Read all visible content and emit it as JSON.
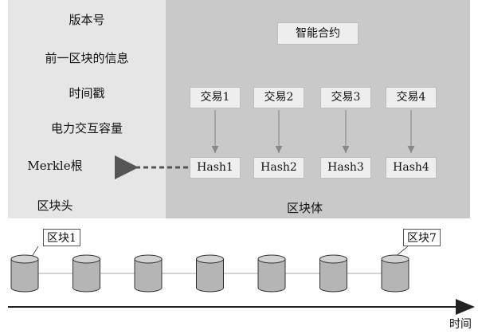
{
  "header": {
    "fields": [
      "版本号",
      "前一区块的信息",
      "时间戳",
      "电力交互容量",
      "Merkle根"
    ],
    "label": "区块头"
  },
  "body": {
    "contract": "智能合约",
    "transactions": [
      "交易1",
      "交易2",
      "交易3",
      "交易4"
    ],
    "hashes": [
      "Hash1",
      "Hash2",
      "Hash3",
      "Hash4"
    ],
    "label": "区块体"
  },
  "chain": {
    "first_label": "区块1",
    "last_label": "区块7",
    "block_count": 7
  },
  "axis": {
    "label": "时间"
  }
}
